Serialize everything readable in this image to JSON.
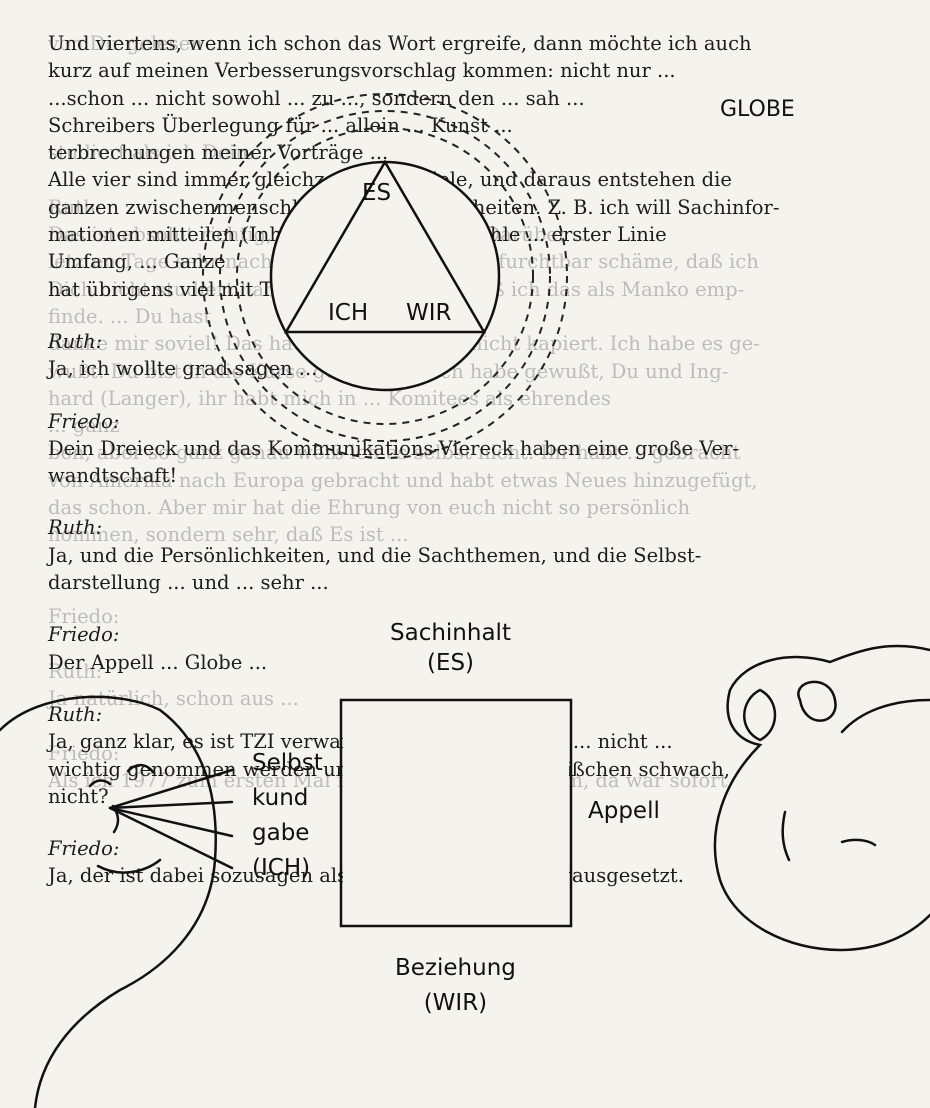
{
  "back_page_text": "von Dir gelesen ...\n\n\n\nstudiert als ich Dein...\n\nRuth:\nDas ist absolut richtig, das ist das Problem. Darüber ...\nletzten Tage sehr nachgedacht, daß ich mich furchtbar schäme, daß ich\nDich nicht studiert habe wie Du mich und daß ich das als Manko emp-\nfinde. ... Du hast\ndanke mir soviel! Das hatte ich auch noch nicht kapiert. Ich habe es ge-\nwußt. Du bist in die Kurse gekommen, ich habe gewußt, Du und Ing-\nhard (Langer), ihr habt mich in ... Komitees als ehrendes\n... ganz\nben, aber so ganz genau weiß ich es selbst nicht. Ihr habt ... gebracht\nvon Amerika nach Europa gebracht und habt etwas Neues hinzugefügt,\ndas schon. Aber mir hat die Ehrung von euch nicht so persönlich\nnommen, sondern sehr, daß Es ist ... \n\n\nFriedo:\n\nRuth:\nJa natürlich, schon aus ...\n\nFriedo:\nAls ich 1977 zum ersten Mal in einen Kurs zu Dir kam, da war sofort",
  "paragraphs": [
    {
      "id": "p1",
      "speaker": "",
      "lines": [
        "Und viertens, wenn ich schon das Wort ergreife, dann möchte ich auch",
        "kurz auf meinen Verbesserungsvorschlag kommen: nicht nur ...",
        "...schon ... nicht sowohl ... zu ..., sondern den ... sah ...",
        "Schreibers Überlegung für ... allein ... Kunst ...",
        "terbrechungen meiner Vorträge ...",
        "Alle vier sind immer gleichzeitig im Spiele, und daraus entstehen die",
        "ganzen zwischenmenschlichen Kompliziertheiten. Z. B. ich will Sachinfor-",
        "mationen mitteilen (Inhalt), aber der ... Gefühle ... erster Linie",
        "Umfang, ... Ganze",
        "hat übrigens viel mit TZI zu tun!"
      ]
    },
    {
      "id": "p2",
      "speaker": "Ruth:",
      "lines": [
        "Ja, ich wollte grad sagen ..."
      ]
    },
    {
      "id": "p3",
      "speaker": "Friedo:",
      "lines": [
        "Dein Dreieck und das Kommunikations-Viereck haben eine große Ver-",
        "wandtschaft!"
      ]
    },
    {
      "id": "p4",
      "speaker": "Ruth:",
      "lines": [
        "Ja, und die Persönlichkeiten, und die Sachthemen, und die Selbst-",
        "darstellung ... und ... sehr ..."
      ]
    },
    {
      "id": "p5",
      "speaker": "Friedo:",
      "lines": [
        "Der Appell ... Globe ..."
      ]
    },
    {
      "id": "p6",
      "speaker": "Ruth:",
      "lines": [
        "Ja, ganz klar, es ist TZI verwandt, aber es ist so, daß ... nicht ...",
        "wichtig genommen werden und – der Globe ist ein bißchen schwach,",
        "nicht?"
      ]
    },
    {
      "id": "p7",
      "speaker": "Friedo:",
      "lines": [
        "Ja, der ist dabei sozusagen als selbstverständlich vorausgesetzt."
      ]
    }
  ],
  "diagram": {
    "globe_label": "GLOBE",
    "triangle_labels": {
      "top": "ES",
      "left": "ICH",
      "right": "WIR"
    },
    "sachinhalt": {
      "line1": "Sachinhalt",
      "line2": "(ES)"
    },
    "selbstkundgabe": {
      "line1": "Selbst",
      "line2": "kund",
      "line3": "gabe",
      "line4": "(ICH)"
    },
    "appell": "Appell",
    "beziehung": {
      "line1": "Beziehung",
      "line2": "(WIR)"
    }
  }
}
